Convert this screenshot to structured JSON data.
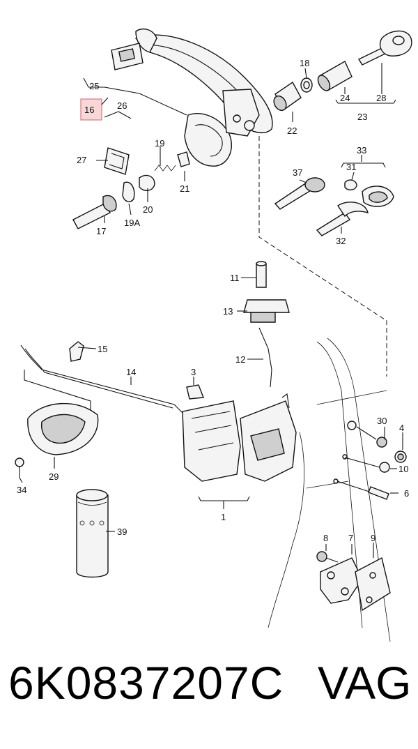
{
  "diagram": {
    "callouts": [
      {
        "id": "c25",
        "text": "25"
      },
      {
        "id": "c16",
        "text": "16"
      },
      {
        "id": "c26",
        "text": "26"
      },
      {
        "id": "c18",
        "text": "18"
      },
      {
        "id": "c22",
        "text": "22"
      },
      {
        "id": "c24",
        "text": "24"
      },
      {
        "id": "c28",
        "text": "28"
      },
      {
        "id": "c23",
        "text": "23"
      },
      {
        "id": "c19",
        "text": "19"
      },
      {
        "id": "c27",
        "text": "27"
      },
      {
        "id": "c21",
        "text": "21"
      },
      {
        "id": "c20",
        "text": "20"
      },
      {
        "id": "c17",
        "text": "17"
      },
      {
        "id": "c19A",
        "text": "19A"
      },
      {
        "id": "c33",
        "text": "33"
      },
      {
        "id": "c31",
        "text": "31"
      },
      {
        "id": "c37",
        "text": "37"
      },
      {
        "id": "c32",
        "text": "32"
      },
      {
        "id": "c11",
        "text": "11"
      },
      {
        "id": "c13",
        "text": "13"
      },
      {
        "id": "c15",
        "text": "15"
      },
      {
        "id": "c12",
        "text": "12"
      },
      {
        "id": "c14",
        "text": "14"
      },
      {
        "id": "c3",
        "text": "3"
      },
      {
        "id": "c30",
        "text": "30"
      },
      {
        "id": "c4",
        "text": "4"
      },
      {
        "id": "c10",
        "text": "10"
      },
      {
        "id": "c6",
        "text": "6"
      },
      {
        "id": "c34",
        "text": "34"
      },
      {
        "id": "c29",
        "text": "29"
      },
      {
        "id": "c1",
        "text": "1"
      },
      {
        "id": "c39",
        "text": "39"
      },
      {
        "id": "c8",
        "text": "8"
      },
      {
        "id": "c7",
        "text": "7"
      },
      {
        "id": "c9",
        "text": "9"
      }
    ],
    "highlight_color": "#f7d7d7"
  },
  "footer": {
    "part_number": "6K0837207C",
    "brand": "VAG"
  }
}
